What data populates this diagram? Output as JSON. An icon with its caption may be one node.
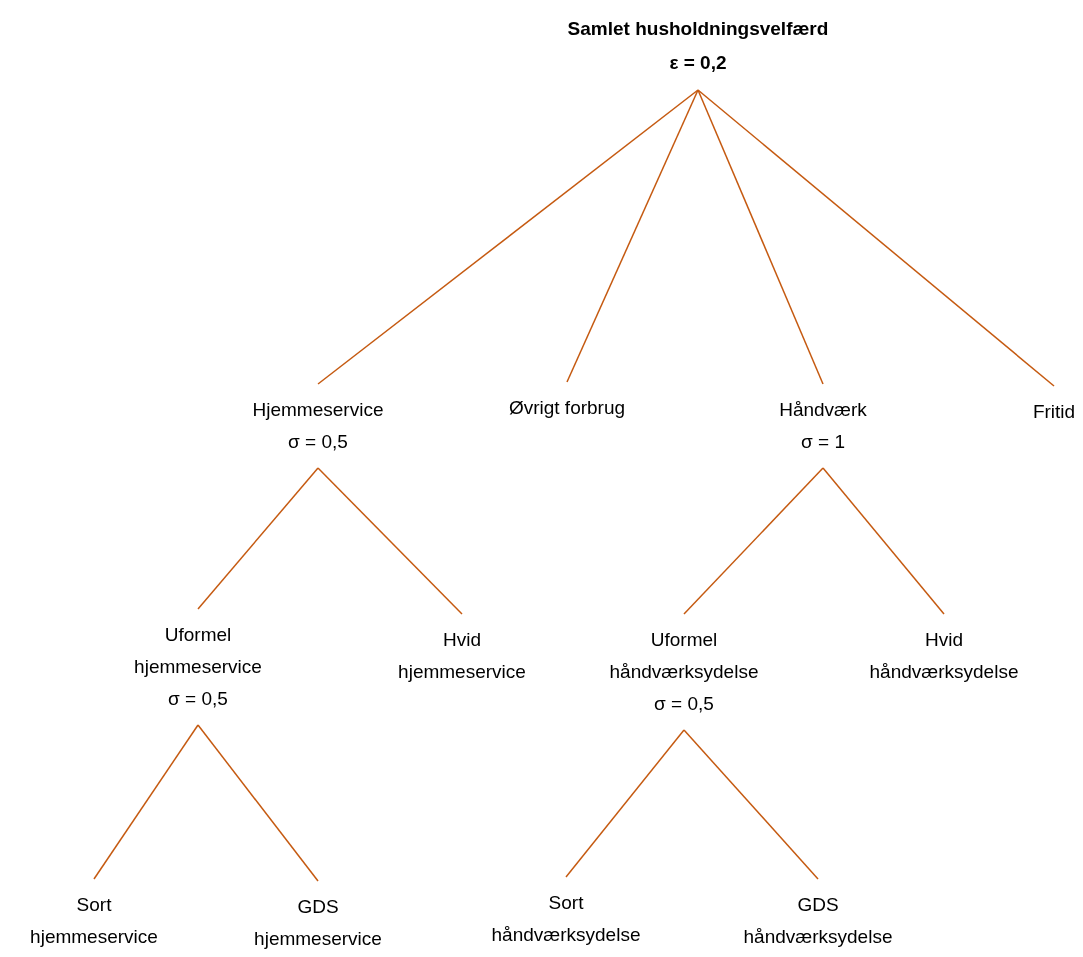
{
  "diagram": {
    "nodes": [
      {
        "text": [
          "Samlet husholdningsvelfærd",
          "ε = 0,2"
        ]
      },
      {
        "text": [
          "Hjemmeservice",
          "σ = 0,5"
        ]
      },
      {
        "text": [
          "Øvrigt forbrug"
        ]
      },
      {
        "text": [
          "Håndværk",
          "σ = 1"
        ]
      },
      {
        "text": [
          "Fritid"
        ]
      },
      {
        "text": [
          "Uformel hjemmeservice",
          "σ = 0,5"
        ]
      },
      {
        "text": [
          "Hvid hjemmeservice"
        ]
      },
      {
        "text": [
          "Uformel håndværksydelse",
          "σ = 0,5"
        ]
      },
      {
        "text": [
          "Hvid håndværksydelse"
        ]
      },
      {
        "text": [
          "Sort hjemmeservice"
        ]
      },
      {
        "text": [
          "GDS hjemmeservice"
        ]
      },
      {
        "text": [
          "Sort håndværksydelse"
        ]
      },
      {
        "text": [
          "GDS håndværksydelse"
        ]
      }
    ],
    "edges": [
      {
        "from": 0,
        "to": 1,
        "arrow": "none"
      },
      {
        "from": 0,
        "to": 2,
        "arrow": "none"
      },
      {
        "from": 0,
        "to": 3,
        "arrow": "none"
      },
      {
        "from": 0,
        "to": 4,
        "arrow": "none"
      },
      {
        "from": 1,
        "to": 5,
        "arrow": "none"
      },
      {
        "from": 1,
        "to": 6,
        "arrow": "none"
      },
      {
        "from": 3,
        "to": 7,
        "arrow": "none"
      },
      {
        "from": 3,
        "to": 8,
        "arrow": "none"
      },
      {
        "from": 5,
        "to": 9,
        "arrow": "none"
      },
      {
        "from": 5,
        "to": 10,
        "arrow": "none"
      },
      {
        "from": 7,
        "to": 11,
        "arrow": "none"
      },
      {
        "from": 7,
        "to": 12,
        "arrow": "none"
      }
    ]
  }
}
